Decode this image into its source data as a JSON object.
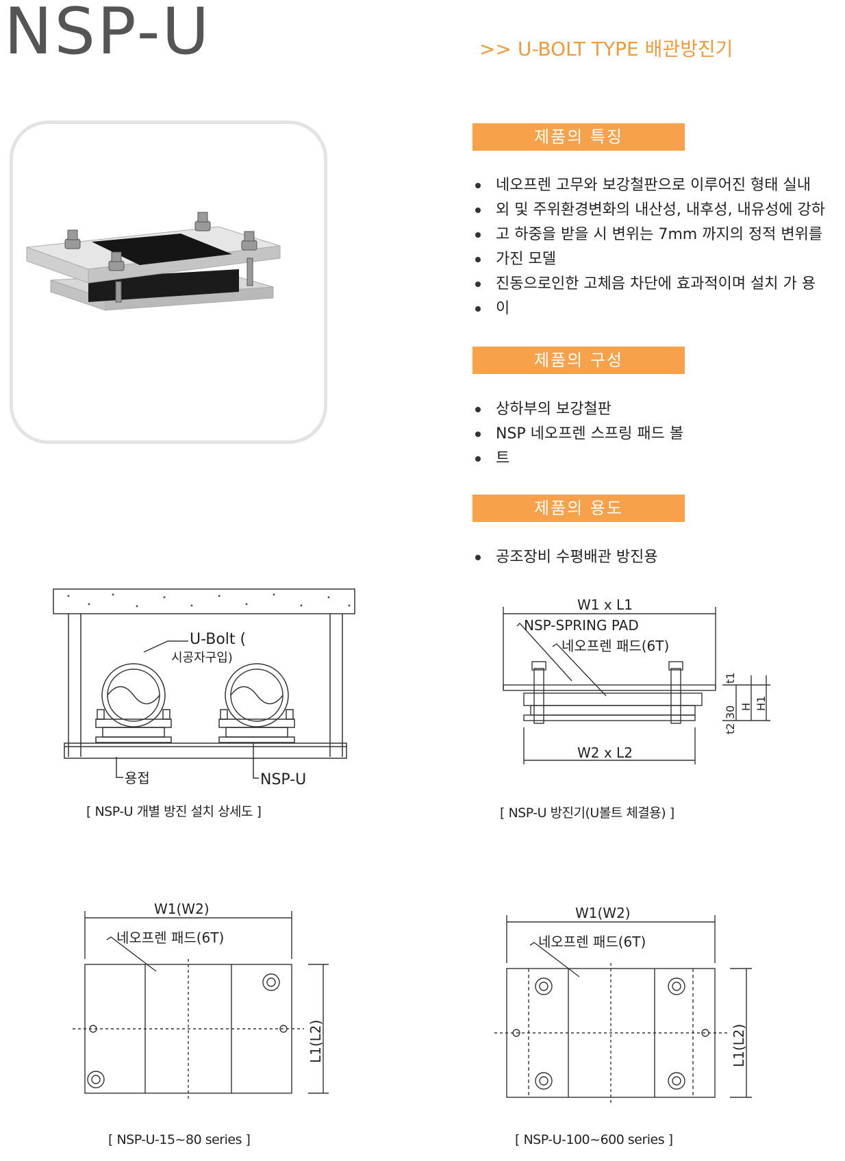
{
  "header": {
    "model": "NSP-U",
    "subtitle_marker": ">>",
    "subtitle": "U-BOLT TYPE 배관방진기"
  },
  "sections": {
    "features": {
      "title": "제품의 특징",
      "items": [
        "네오프렌 고무와 보강철판으로 이루어진 형태 실내",
        "외 및 주위환경변화의 내산성, 내후성, 내유성에 강하",
        "고 하중을 받을 시 변위는 7mm 까지의 정적 변위를",
        "가진 모델",
        "진동으로인한 고체음 차단에 효과적이며 설치 가 용",
        "이"
      ]
    },
    "composition": {
      "title": "제품의 구성",
      "items": [
        "상하부의 보강철판",
        "NSP 네오프렌 스프링 패드 볼",
        "트"
      ]
    },
    "usage": {
      "title": "제품의 용도",
      "items": [
        "공조장비 수평배관 방진용"
      ]
    }
  },
  "diagrams": {
    "install": {
      "label_ubolt": "U-Bolt (",
      "label_ubolt2": "시공자구입)",
      "label_weld": "용접",
      "label_nspu": "NSP-U",
      "caption": "[ NSP-U 개별 방진 설치 상세도 ]"
    },
    "side": {
      "label_w1l1": "W1 x L1",
      "label_pad": "NSP-SPRING PAD",
      "label_neo": "네오프렌 패드(6T)",
      "label_w2l2": "W2 x L2",
      "label_t1": "t1",
      "label_30": "30",
      "label_h": "H",
      "label_h1": "H1",
      "label_t2": "t2",
      "caption": "[ NSP-U 방진기(U볼트 체결용) ]"
    },
    "top_small": {
      "label_w": "W1(W2)",
      "label_neo": "네오프렌 패드(6T)",
      "label_l": "L1(L2)",
      "caption": "[ NSP-U-15~80 series ]"
    },
    "top_large": {
      "label_w": "W1(W2)",
      "label_neo": "네오프렌 패드(6T)",
      "label_l": "L1(L2)",
      "caption": "[ NSP-U-100~600 series ]"
    }
  }
}
